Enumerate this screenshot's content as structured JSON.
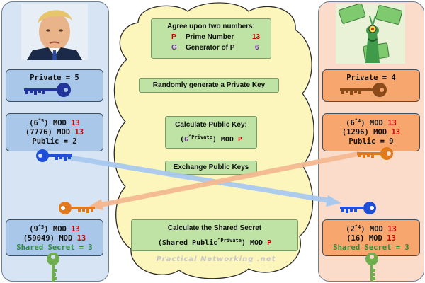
{
  "agree": {
    "title": "Agree upon two numbers:",
    "p_symbol": "P",
    "p_label": "Prime Number",
    "p_value": "13",
    "g_symbol": "G",
    "g_label": "Generator of P",
    "g_value": "6"
  },
  "steps": {
    "generate_private": "Randomly generate a Private Key",
    "calc_public_title": "Calculate Public Key:",
    "calc_public_formula": {
      "g": "G",
      "exp": "Private",
      "mod": "MOD",
      "p": "P"
    },
    "exchange": "Exchange Public Keys",
    "shared_title": "Calculate the Shared Secret",
    "shared_formula": {
      "base": "(Shared Public",
      "exp": "Private",
      "mod": ") MOD",
      "p": "P"
    }
  },
  "left": {
    "private": "Private = 5",
    "calc1": {
      "base": "(6",
      "exp": "^5",
      "close": ")",
      "mod": "MOD",
      "p": "13"
    },
    "calc2": {
      "val": "(7776)",
      "mod": "MOD",
      "p": "13"
    },
    "public": "Public = 2",
    "shared1": {
      "base": "(9",
      "exp": "^5",
      "close": ")",
      "mod": "MOD",
      "p": "13"
    },
    "shared2": {
      "val": "(59049)",
      "mod": "MOD",
      "p": "13"
    },
    "secret": "Shared Secret = 3"
  },
  "right": {
    "private": "Private = 4",
    "calc1": {
      "base": "(6",
      "exp": "^4",
      "close": ")",
      "mod": "MOD",
      "p": "13"
    },
    "calc2": {
      "val": "(1296)",
      "mod": "MOD",
      "p": "13"
    },
    "public": "Public = 9",
    "shared1": {
      "base": "(2",
      "exp": "^4",
      "close": ")",
      "mod": "MOD",
      "p": "13"
    },
    "shared2": {
      "val": "(16)",
      "mod": "MOD",
      "p": "13"
    },
    "secret": "Shared Secret = 3"
  },
  "brand": "Practical Networking .net",
  "colors": {
    "left_panel": "#d6e4f3",
    "right_panel": "#fbdccb",
    "cloud": "#fcf6bd",
    "step_box": "#bfe3a4",
    "prime": "#c80000",
    "generator": "#7030a0",
    "blue_key": "#1f4fd8",
    "orange_key": "#e07a1c",
    "green_key": "#6fae4f"
  }
}
